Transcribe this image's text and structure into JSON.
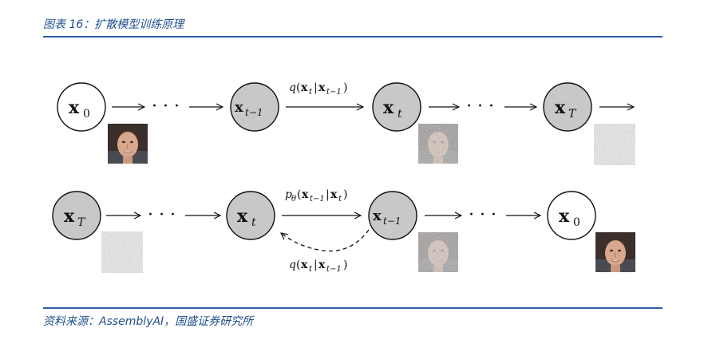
{
  "figure": {
    "title": "图表 16：扩散模型训练原理",
    "source": "资料来源：AssemblyAI，国盛证券研究所"
  },
  "forward_row": {
    "nodes": [
      {
        "id": "x0",
        "main": "x",
        "sub": "0",
        "shade": "white",
        "image": "clean-face"
      },
      {
        "id": "xt-1",
        "main": "x",
        "sub": "t−1",
        "shade": "gray",
        "image": "none"
      },
      {
        "id": "xt",
        "main": "x",
        "sub": "t",
        "shade": "gray",
        "image": "noisy-face"
      },
      {
        "id": "xT",
        "main": "x",
        "sub": "T",
        "shade": "gray",
        "image": "pure-noise"
      }
    ],
    "ellipsis": "· · ·",
    "transition_label": {
      "func": "q",
      "open": "(",
      "a": "x",
      "a_sub": "t",
      "bar": "|",
      "b": "x",
      "b_sub": "t−1",
      "close": ")"
    }
  },
  "reverse_row": {
    "nodes": [
      {
        "id": "xT",
        "main": "x",
        "sub": "T",
        "shade": "gray",
        "image": "pure-noise"
      },
      {
        "id": "xt",
        "main": "x",
        "sub": "t",
        "shade": "gray",
        "image": "none"
      },
      {
        "id": "xt-1",
        "main": "x",
        "sub": "t−1",
        "shade": "gray",
        "image": "noisy-face"
      },
      {
        "id": "x0",
        "main": "x",
        "sub": "0",
        "shade": "white",
        "image": "clean-face"
      }
    ],
    "ellipsis": "· · ·",
    "reverse_label": {
      "func": "p",
      "func_sub": "θ",
      "open": "(",
      "a": "x",
      "a_sub": "t−1",
      "bar": "|",
      "b": "x",
      "b_sub": "t",
      "close": ")"
    },
    "dashed_label": {
      "func": "q",
      "open": "(",
      "a": "x",
      "a_sub": "t",
      "bar": "|",
      "b": "x",
      "b_sub": "t−1",
      "close": ")"
    }
  },
  "colors": {
    "caption": "#1f4e8c",
    "rule": "#2e5da6",
    "node_fill": "#c8c8c8",
    "node_white": "#ffffff",
    "noise": "#8a8a8a"
  }
}
